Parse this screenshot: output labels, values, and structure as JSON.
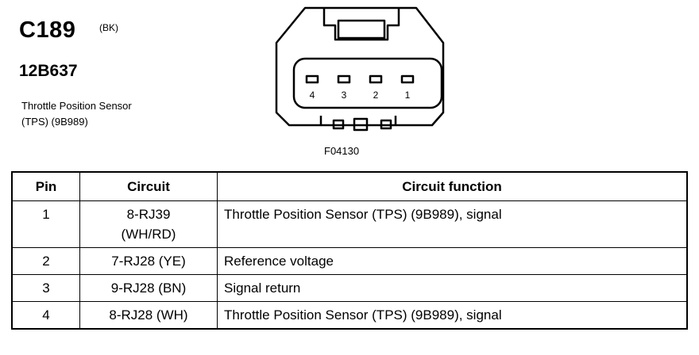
{
  "header": {
    "connector": "C189",
    "color": "(BK)",
    "part_number": "12B637",
    "description_line1": "Throttle Position Sensor",
    "description_line2": "(TPS) (9B989)"
  },
  "diagram": {
    "pin_labels": [
      "4",
      "3",
      "2",
      "1"
    ],
    "figure_id": "F04130"
  },
  "table": {
    "headers": [
      "Pin",
      "Circuit",
      "Circuit function"
    ],
    "rows": [
      {
        "pin": "1",
        "circuit_line1": "8-RJ39",
        "circuit_line2": "(WH/RD)",
        "function": "Throttle Position Sensor (TPS) (9B989), signal"
      },
      {
        "pin": "2",
        "circuit_line1": "7-RJ28 (YE)",
        "function": "Reference voltage"
      },
      {
        "pin": "3",
        "circuit_line1": "9-RJ28 (BN)",
        "function": "Signal return"
      },
      {
        "pin": "4",
        "circuit_line1": "8-RJ28 (WH)",
        "function": "Throttle Position Sensor (TPS) (9B989), signal"
      }
    ]
  }
}
